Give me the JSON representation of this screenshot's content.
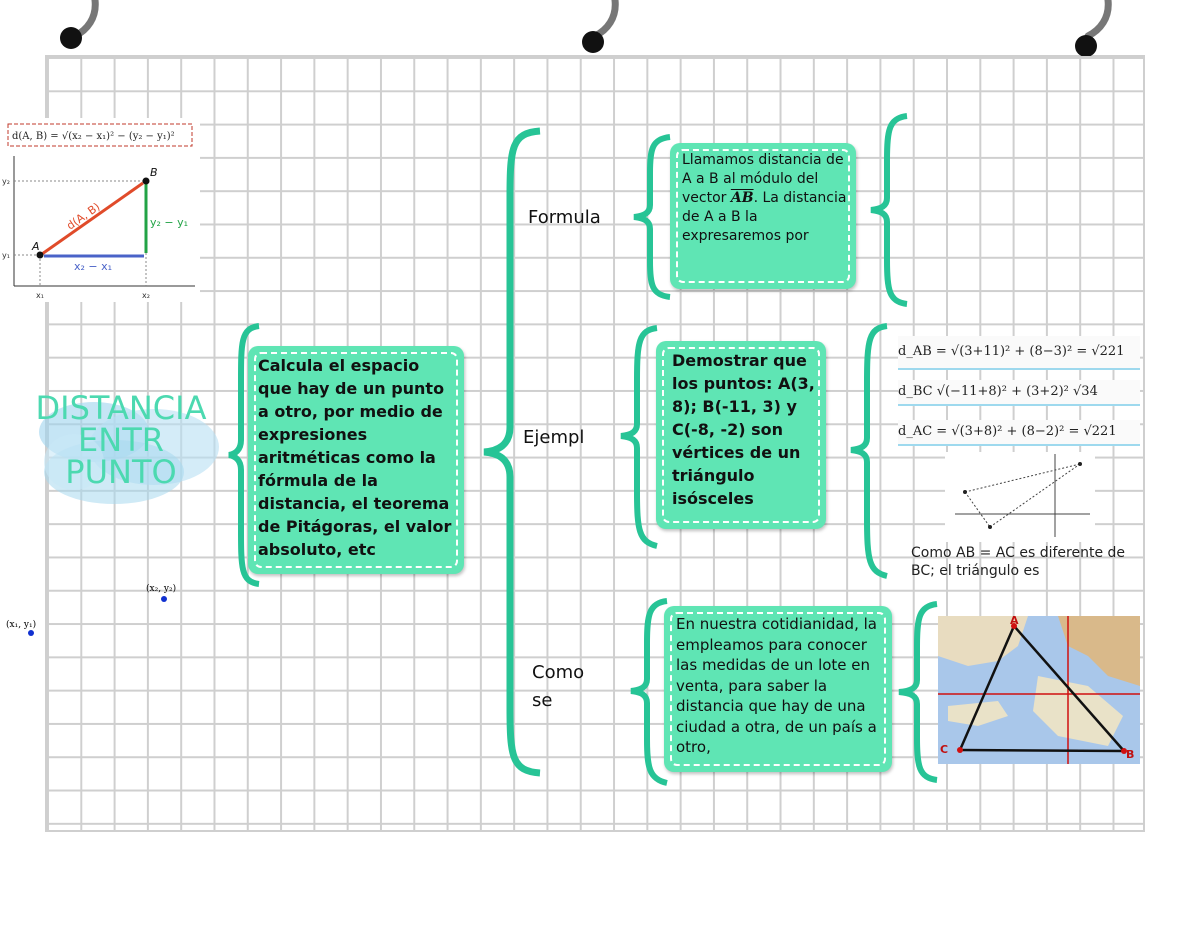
{
  "title": {
    "line1": "DISTANCIA",
    "line2": "ENTR",
    "line3": "PUNTO"
  },
  "main_box": {
    "text": "Calcula el espacio que hay de un punto a otro, por medio de expresiones aritméticas como la fórmula de la distancia, el teorema de Pitágoras, el valor absoluto, etc"
  },
  "branches": {
    "formula": {
      "label": "Formula",
      "text_a": "Llamamos distancia de A a B al módulo del vector ",
      "vector": "AB",
      "text_b": ". La distancia de A a B la expresaremos por"
    },
    "ejemplo": {
      "label": "Ejempl",
      "text": "Demostrar que los puntos: A(3, 8); B(-11, 3) y C(-8, -2) son vértices de un triángulo isósceles"
    },
    "como": {
      "label": "Como\nse",
      "text": "En nuestra cotidianidad, la empleamos para conocer las medidas de un lote en venta, para saber la distancia que hay de una ciudad a otra, de un país a otro,"
    }
  },
  "formula_image": {
    "equation": "d(A, B) = √(x₂ − x₁)² − (y₂ − y₁)²",
    "label_A": "A",
    "label_B": "B",
    "label_dAB": "d(A, B)",
    "label_dy": "y₂ − y₁",
    "label_dx": "x₂ − x₁",
    "y2": "y₂",
    "y1": "y₁",
    "x1": "x₁",
    "x2": "x₂"
  },
  "points_image": {
    "p1": "(x₁, y₁)",
    "p2": "(x₂, y₂)"
  },
  "example_math": {
    "dab": "d_AB = √(3+11)² + (8−3)² = √221",
    "dbc": "d_BC   √(−11+8)² + (3+2)²    √34",
    "dac": "d_AC = √(3+8)² + (8−2)² = √221"
  },
  "example_note": "Como AB = AC es diferente de BC; el triángulo es",
  "map_labels": {
    "A": "A",
    "B": "B",
    "C": "C"
  },
  "colors": {
    "box": "#5fe5b4",
    "brace": "#27c496",
    "title": "#4cd9b0",
    "ring": "#111111"
  }
}
